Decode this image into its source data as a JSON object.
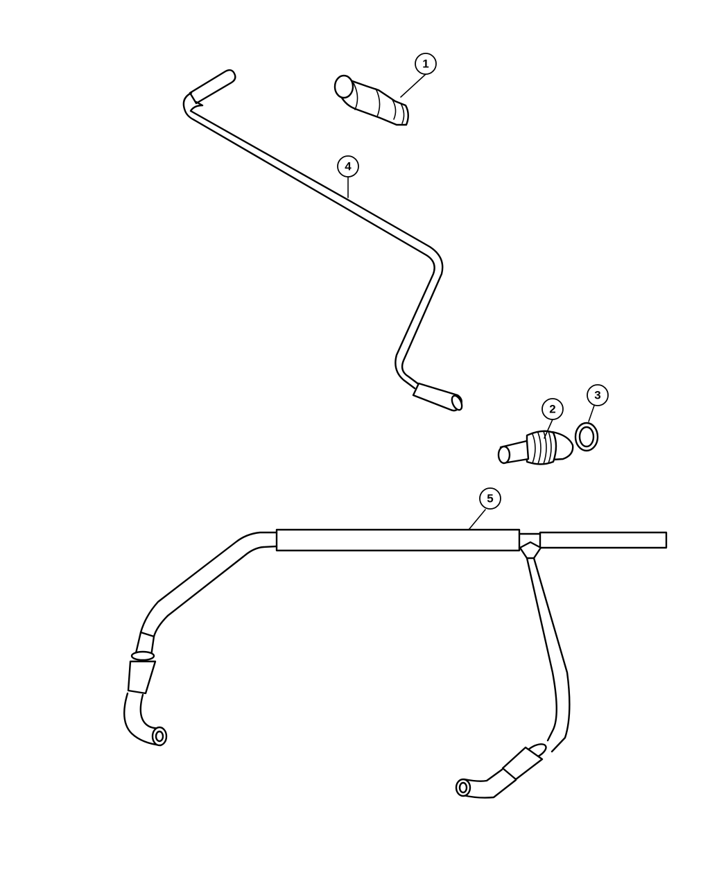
{
  "callouts": [
    {
      "id": "1"
    },
    {
      "id": "2"
    },
    {
      "id": "3"
    },
    {
      "id": "4"
    },
    {
      "id": "5"
    }
  ]
}
